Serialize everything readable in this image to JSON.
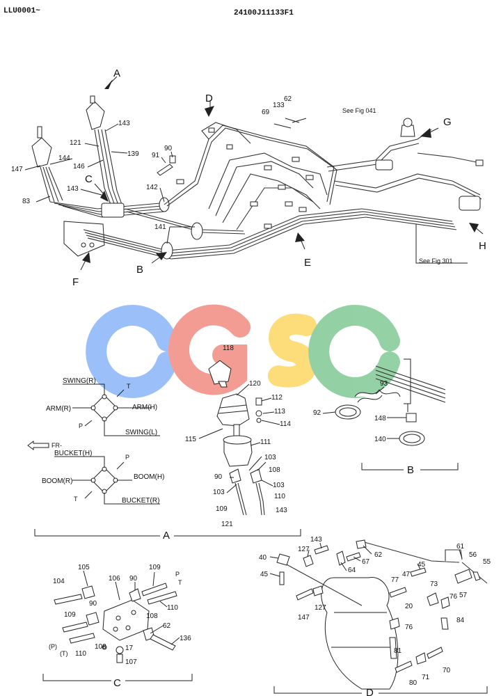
{
  "header": {
    "left_code": "LLU0001~",
    "center_code": "24100J11133F1"
  },
  "watermark": {
    "letters": [
      "C",
      "G",
      "S",
      "C"
    ],
    "colors": [
      "#8ab4f8",
      "#f28b82",
      "#fdd663",
      "#81c995"
    ]
  },
  "main": {
    "view_letters": [
      "A",
      "B",
      "C",
      "D",
      "E",
      "F",
      "G",
      "H"
    ],
    "refs": {
      "fig041": "See Fig 041",
      "fig301": "See Fig 301"
    },
    "callouts": [
      "143",
      "121",
      "139",
      "146",
      "147",
      "144",
      "83",
      "143",
      "90",
      "91",
      "142",
      "141",
      "69",
      "133",
      "62"
    ]
  },
  "detail_a": {
    "caption": "A",
    "pattern_top": {
      "swing_r": "SWING(R)",
      "arm_r": "ARM(R)",
      "arm_h": "ARM(H)",
      "swing_l": "SWING(L)",
      "p": "P",
      "t": "T"
    },
    "fr": "FR-",
    "pattern_bottom": {
      "bucket_h": "BUCKET(H)",
      "boom_r": "BOOM(R)",
      "boom_h": "BOOM(H)",
      "bucket_r": "BUCKET(R)",
      "p": "P",
      "t": "T"
    },
    "callouts": [
      "118",
      "120",
      "112",
      "113",
      "114",
      "115",
      "111",
      "103",
      "108",
      "90",
      "103",
      "103",
      "109",
      "110",
      "121",
      "143"
    ]
  },
  "detail_b": {
    "caption": "B",
    "callouts": [
      "93",
      "92",
      "148",
      "140"
    ]
  },
  "detail_c": {
    "caption": "C",
    "callouts": [
      "105",
      "104",
      "106",
      "90",
      "109",
      "110",
      "109",
      "90",
      "108",
      "62",
      "136",
      "108",
      "17",
      "107",
      "110"
    ],
    "port_p": "P",
    "port_t": "T",
    "port_p_paren": "(P)",
    "port_t_paren": "(T)"
  },
  "detail_d": {
    "caption": "D",
    "callouts": [
      "143",
      "40",
      "127",
      "45",
      "67",
      "62",
      "64",
      "45",
      "61",
      "56",
      "55",
      "77",
      "47",
      "73",
      "20",
      "57",
      "76",
      "84",
      "147",
      "127",
      "76",
      "81",
      "80",
      "71",
      "70"
    ]
  }
}
